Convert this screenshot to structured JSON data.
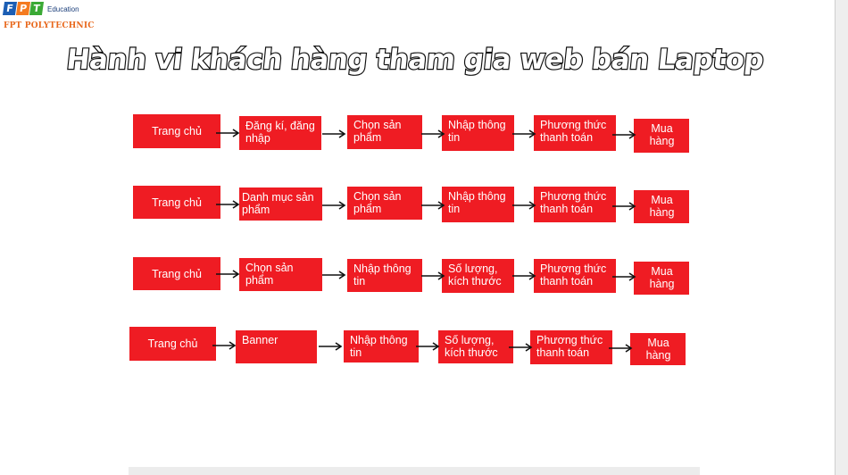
{
  "logo": {
    "letters": [
      "F",
      "P",
      "T"
    ],
    "education": "Education",
    "polytechnic": "FPT POLYTECHNIC",
    "colors": {
      "f": "#1b5eb4",
      "p": "#f47b20",
      "t": "#3aa935"
    }
  },
  "title": "Hành vi khách hàng tham gia web bán Laptop",
  "colors": {
    "box": "#ef1c23",
    "box_text": "#ffffff",
    "arrow": "#111111"
  },
  "flows": [
    {
      "steps": [
        "Trang chủ",
        "Đăng kí, đăng nhập",
        "Chọn sản phẩm",
        "Nhập thông tin",
        "Phương thức thanh toán",
        "Mua hàng"
      ]
    },
    {
      "steps": [
        "Trang chủ",
        "Danh mục sản phẩm",
        "Chọn sản phẩm",
        "Nhập thông tin",
        "Phương thức thanh toán",
        "Mua hàng"
      ]
    },
    {
      "steps": [
        "Trang chủ",
        "Chọn sản phẩm",
        "Nhập thông tin",
        "Số lượng, kích thước",
        "Phương thức thanh toán",
        "Mua hàng"
      ]
    },
    {
      "steps": [
        "Trang chủ",
        "Banner",
        "Nhập thông tin",
        "Số lượng, kích thước",
        "Phương thức thanh toán",
        "Mua hàng"
      ]
    }
  ]
}
